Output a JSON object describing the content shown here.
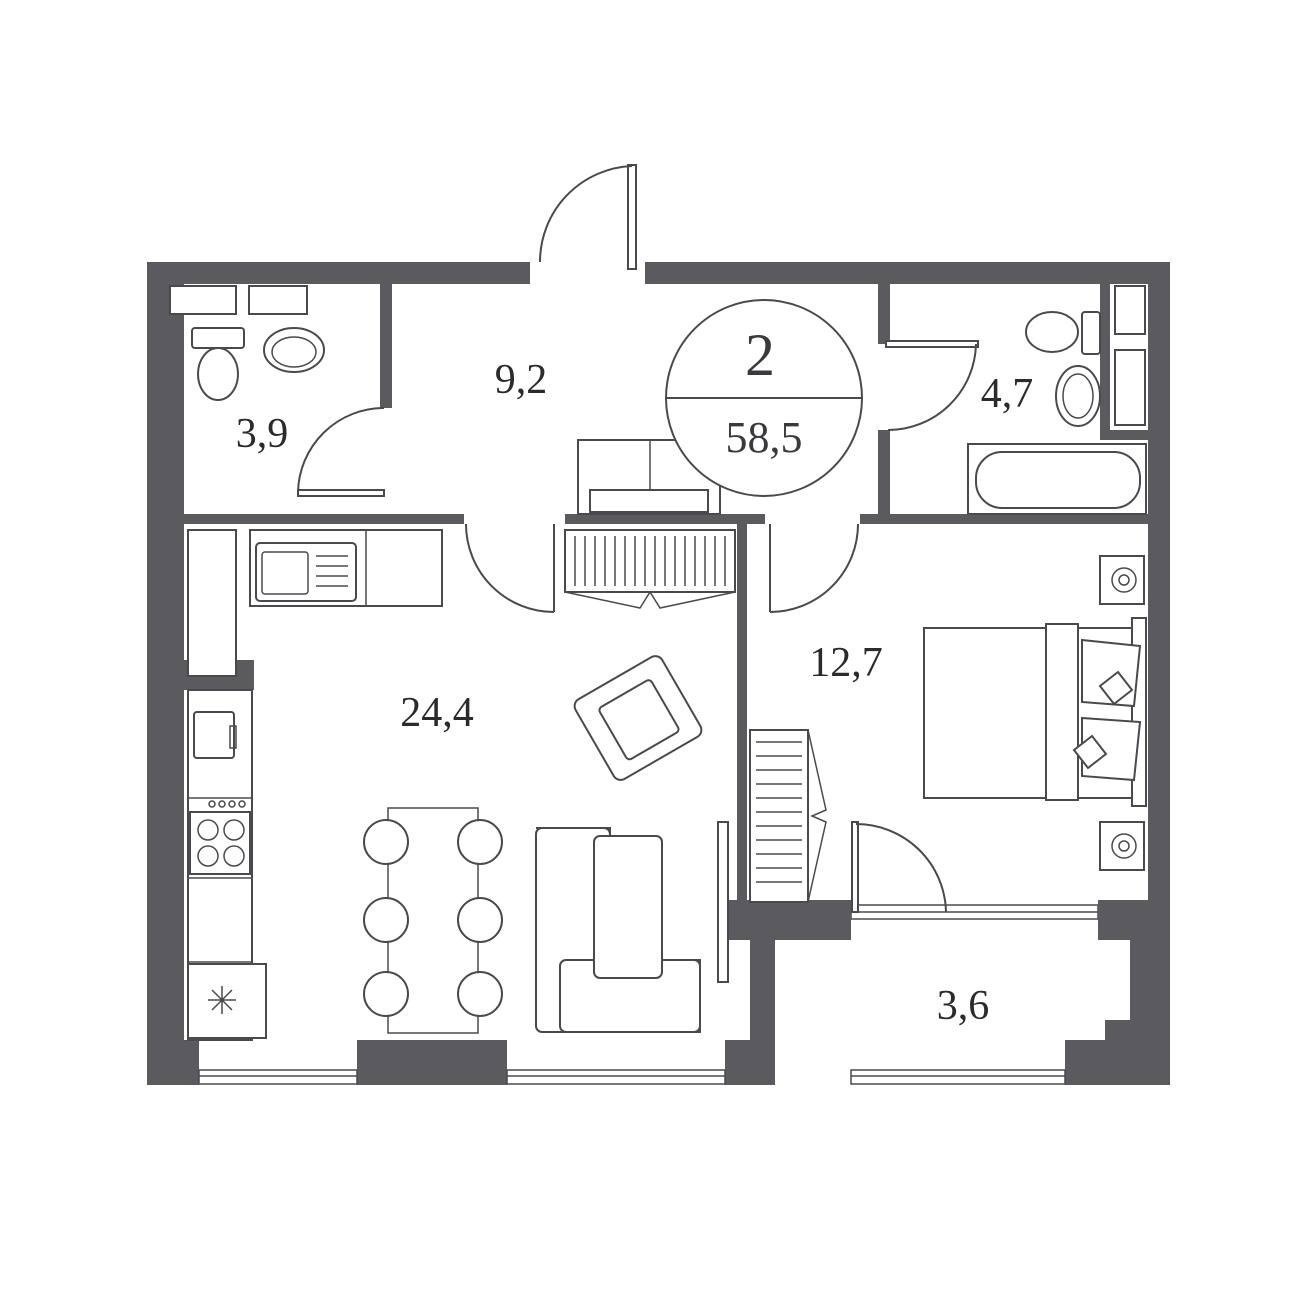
{
  "plan": {
    "rooms_count": "2",
    "total_area": "58,5",
    "rooms": {
      "bathroom_left": "3,9",
      "hall": "9,2",
      "bathroom_right": "4,7",
      "kitchen_living": "24,4",
      "bedroom": "12,7",
      "balcony": "3,6"
    },
    "wall_color": "#5b5b5f",
    "line_color": "#4a4a4e"
  }
}
